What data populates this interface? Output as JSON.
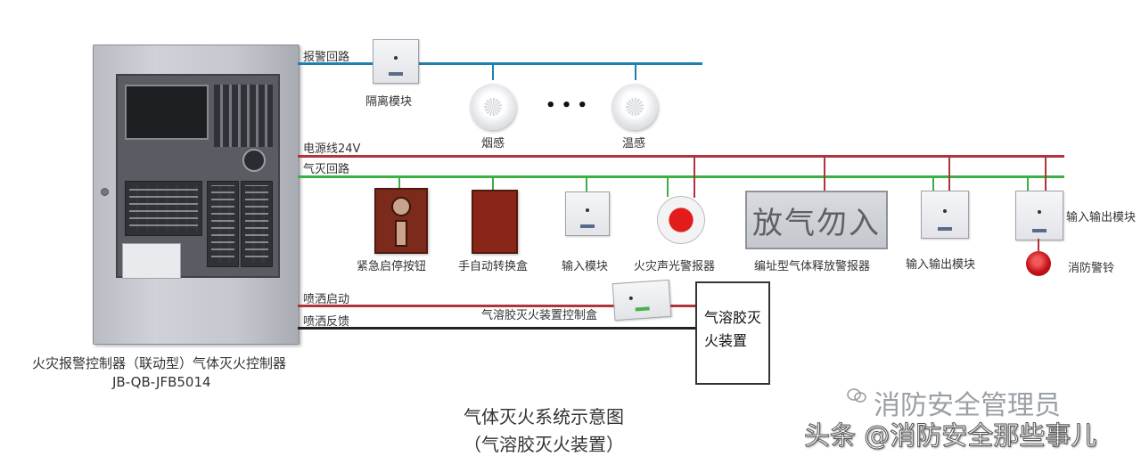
{
  "lines": {
    "alarm_loop": "报警回路",
    "power_24v": "电源线24V",
    "gas_loop": "气灭回路",
    "spray_start": "喷洒启动",
    "spray_feedback": "喷洒反馈"
  },
  "devices": {
    "isolation_module": "隔离模块",
    "smoke_detector": "烟感",
    "heat_detector": "温感",
    "ellipsis": "• • •",
    "emergency_button": "紧急启停按钮",
    "manual_auto_switch": "手自动转换盒",
    "input_module": "输入模块",
    "sound_light_alarm": "火灾声光警报器",
    "release_sign_label": "编址型气体释放警报器",
    "release_sign_text": "放气勿入",
    "io_module": "输入输出模块",
    "io_module_right": "输入输出模块",
    "alarm_bell": "消防警铃",
    "aerosol_controller": "气溶胶灭火装置控制盒",
    "aerosol_device": "气溶胶灭\n火装置"
  },
  "cabinet": {
    "title": "火灾报警控制器（联动型）气体灭火控制器",
    "model": "JB-QB-JFB5014"
  },
  "caption": {
    "line1": "气体灭火系统示意图",
    "line2": "（气溶胶灭火装置）"
  },
  "watermark": {
    "account": "消防安全管理员",
    "source": "头条 @消防安全那些事儿"
  },
  "colors": {
    "blue_line": "#1e7fb0",
    "red_line": "#b0343a",
    "green_line": "#3cb043",
    "dark_line": "#222222"
  }
}
